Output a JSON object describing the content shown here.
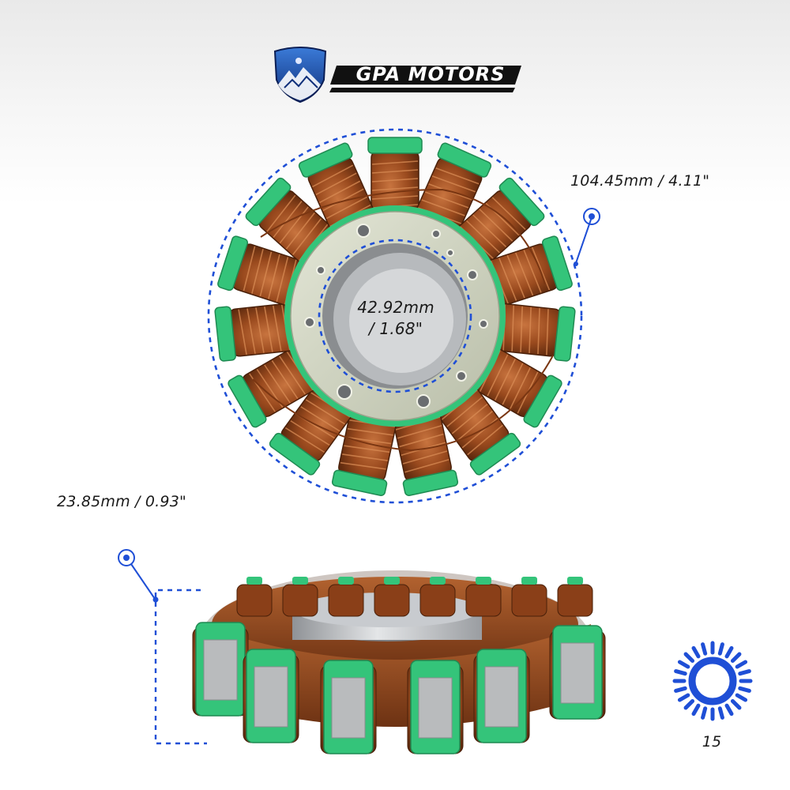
{
  "brand": {
    "logo_text": "GPA MOTORS"
  },
  "dimensions": {
    "outer_diameter": "104.45mm / 4.11\"",
    "inner_diameter_line1": "42.92mm",
    "inner_diameter_line2": "/ 1.68\"",
    "height": "23.85mm / 0.93\""
  },
  "badge": {
    "pole_count": "15",
    "icon": "stator-ring-icon"
  },
  "colors": {
    "accent_blue": "#1f4fd6",
    "copper": "#9a4a1e",
    "insulator_green": "#34c47a",
    "core_plate": "#cfd4c2"
  }
}
